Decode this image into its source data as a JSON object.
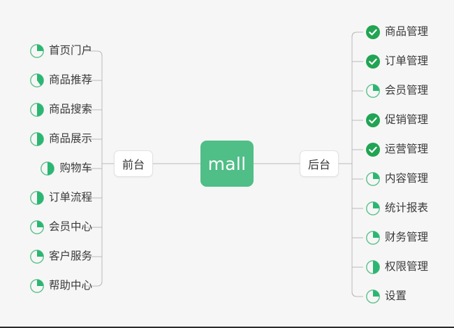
{
  "diagram": {
    "type": "mind-map",
    "title": "mall",
    "background_color": "#f6f6f6",
    "accent_color": "#4fbe87",
    "done_color": "#21a453",
    "ring_color": "#5cc08b",
    "line_color": "#b9b9b9",
    "text_color": "#3a3a3a"
  },
  "center": {
    "label": "mall",
    "fill": "#4fbe87",
    "text_color": "#ffffff"
  },
  "branches": [
    {
      "id": "frontend",
      "side": "left",
      "label": "前台",
      "items": [
        {
          "label": "首页门户",
          "icon": "pie-progress-icon",
          "progress": 25,
          "status": "in-progress"
        },
        {
          "label": "商品推荐",
          "icon": "pie-progress-icon",
          "progress": 40,
          "status": "in-progress"
        },
        {
          "label": "商品搜索",
          "icon": "pie-progress-icon",
          "progress": 50,
          "status": "in-progress"
        },
        {
          "label": "商品展示",
          "icon": "pie-progress-icon",
          "progress": 50,
          "status": "in-progress"
        },
        {
          "label": "购物车",
          "icon": "pie-progress-icon",
          "progress": 50,
          "status": "in-progress"
        },
        {
          "label": "订单流程",
          "icon": "pie-progress-icon",
          "progress": 50,
          "status": "in-progress"
        },
        {
          "label": "会员中心",
          "icon": "pie-progress-icon",
          "progress": 25,
          "status": "in-progress"
        },
        {
          "label": "客户服务",
          "icon": "pie-progress-icon",
          "progress": 25,
          "status": "in-progress"
        },
        {
          "label": "帮助中心",
          "icon": "pie-progress-icon",
          "progress": 25,
          "status": "in-progress"
        }
      ]
    },
    {
      "id": "backend",
      "side": "right",
      "label": "后台",
      "items": [
        {
          "label": "商品管理",
          "icon": "check-circle-icon",
          "progress": 100,
          "status": "done"
        },
        {
          "label": "订单管理",
          "icon": "check-circle-icon",
          "progress": 100,
          "status": "done"
        },
        {
          "label": "会员管理",
          "icon": "pie-progress-icon",
          "progress": 25,
          "status": "in-progress"
        },
        {
          "label": "促销管理",
          "icon": "check-circle-icon",
          "progress": 100,
          "status": "done"
        },
        {
          "label": "运营管理",
          "icon": "check-circle-icon",
          "progress": 100,
          "status": "done"
        },
        {
          "label": "内容管理",
          "icon": "pie-progress-icon",
          "progress": 25,
          "status": "in-progress"
        },
        {
          "label": "统计报表",
          "icon": "pie-progress-icon",
          "progress": 25,
          "status": "in-progress"
        },
        {
          "label": "财务管理",
          "icon": "pie-progress-icon",
          "progress": 25,
          "status": "in-progress"
        },
        {
          "label": "权限管理",
          "icon": "pie-progress-icon",
          "progress": 50,
          "status": "in-progress"
        },
        {
          "label": "设置",
          "icon": "pie-progress-icon",
          "progress": 25,
          "status": "in-progress"
        }
      ]
    }
  ]
}
